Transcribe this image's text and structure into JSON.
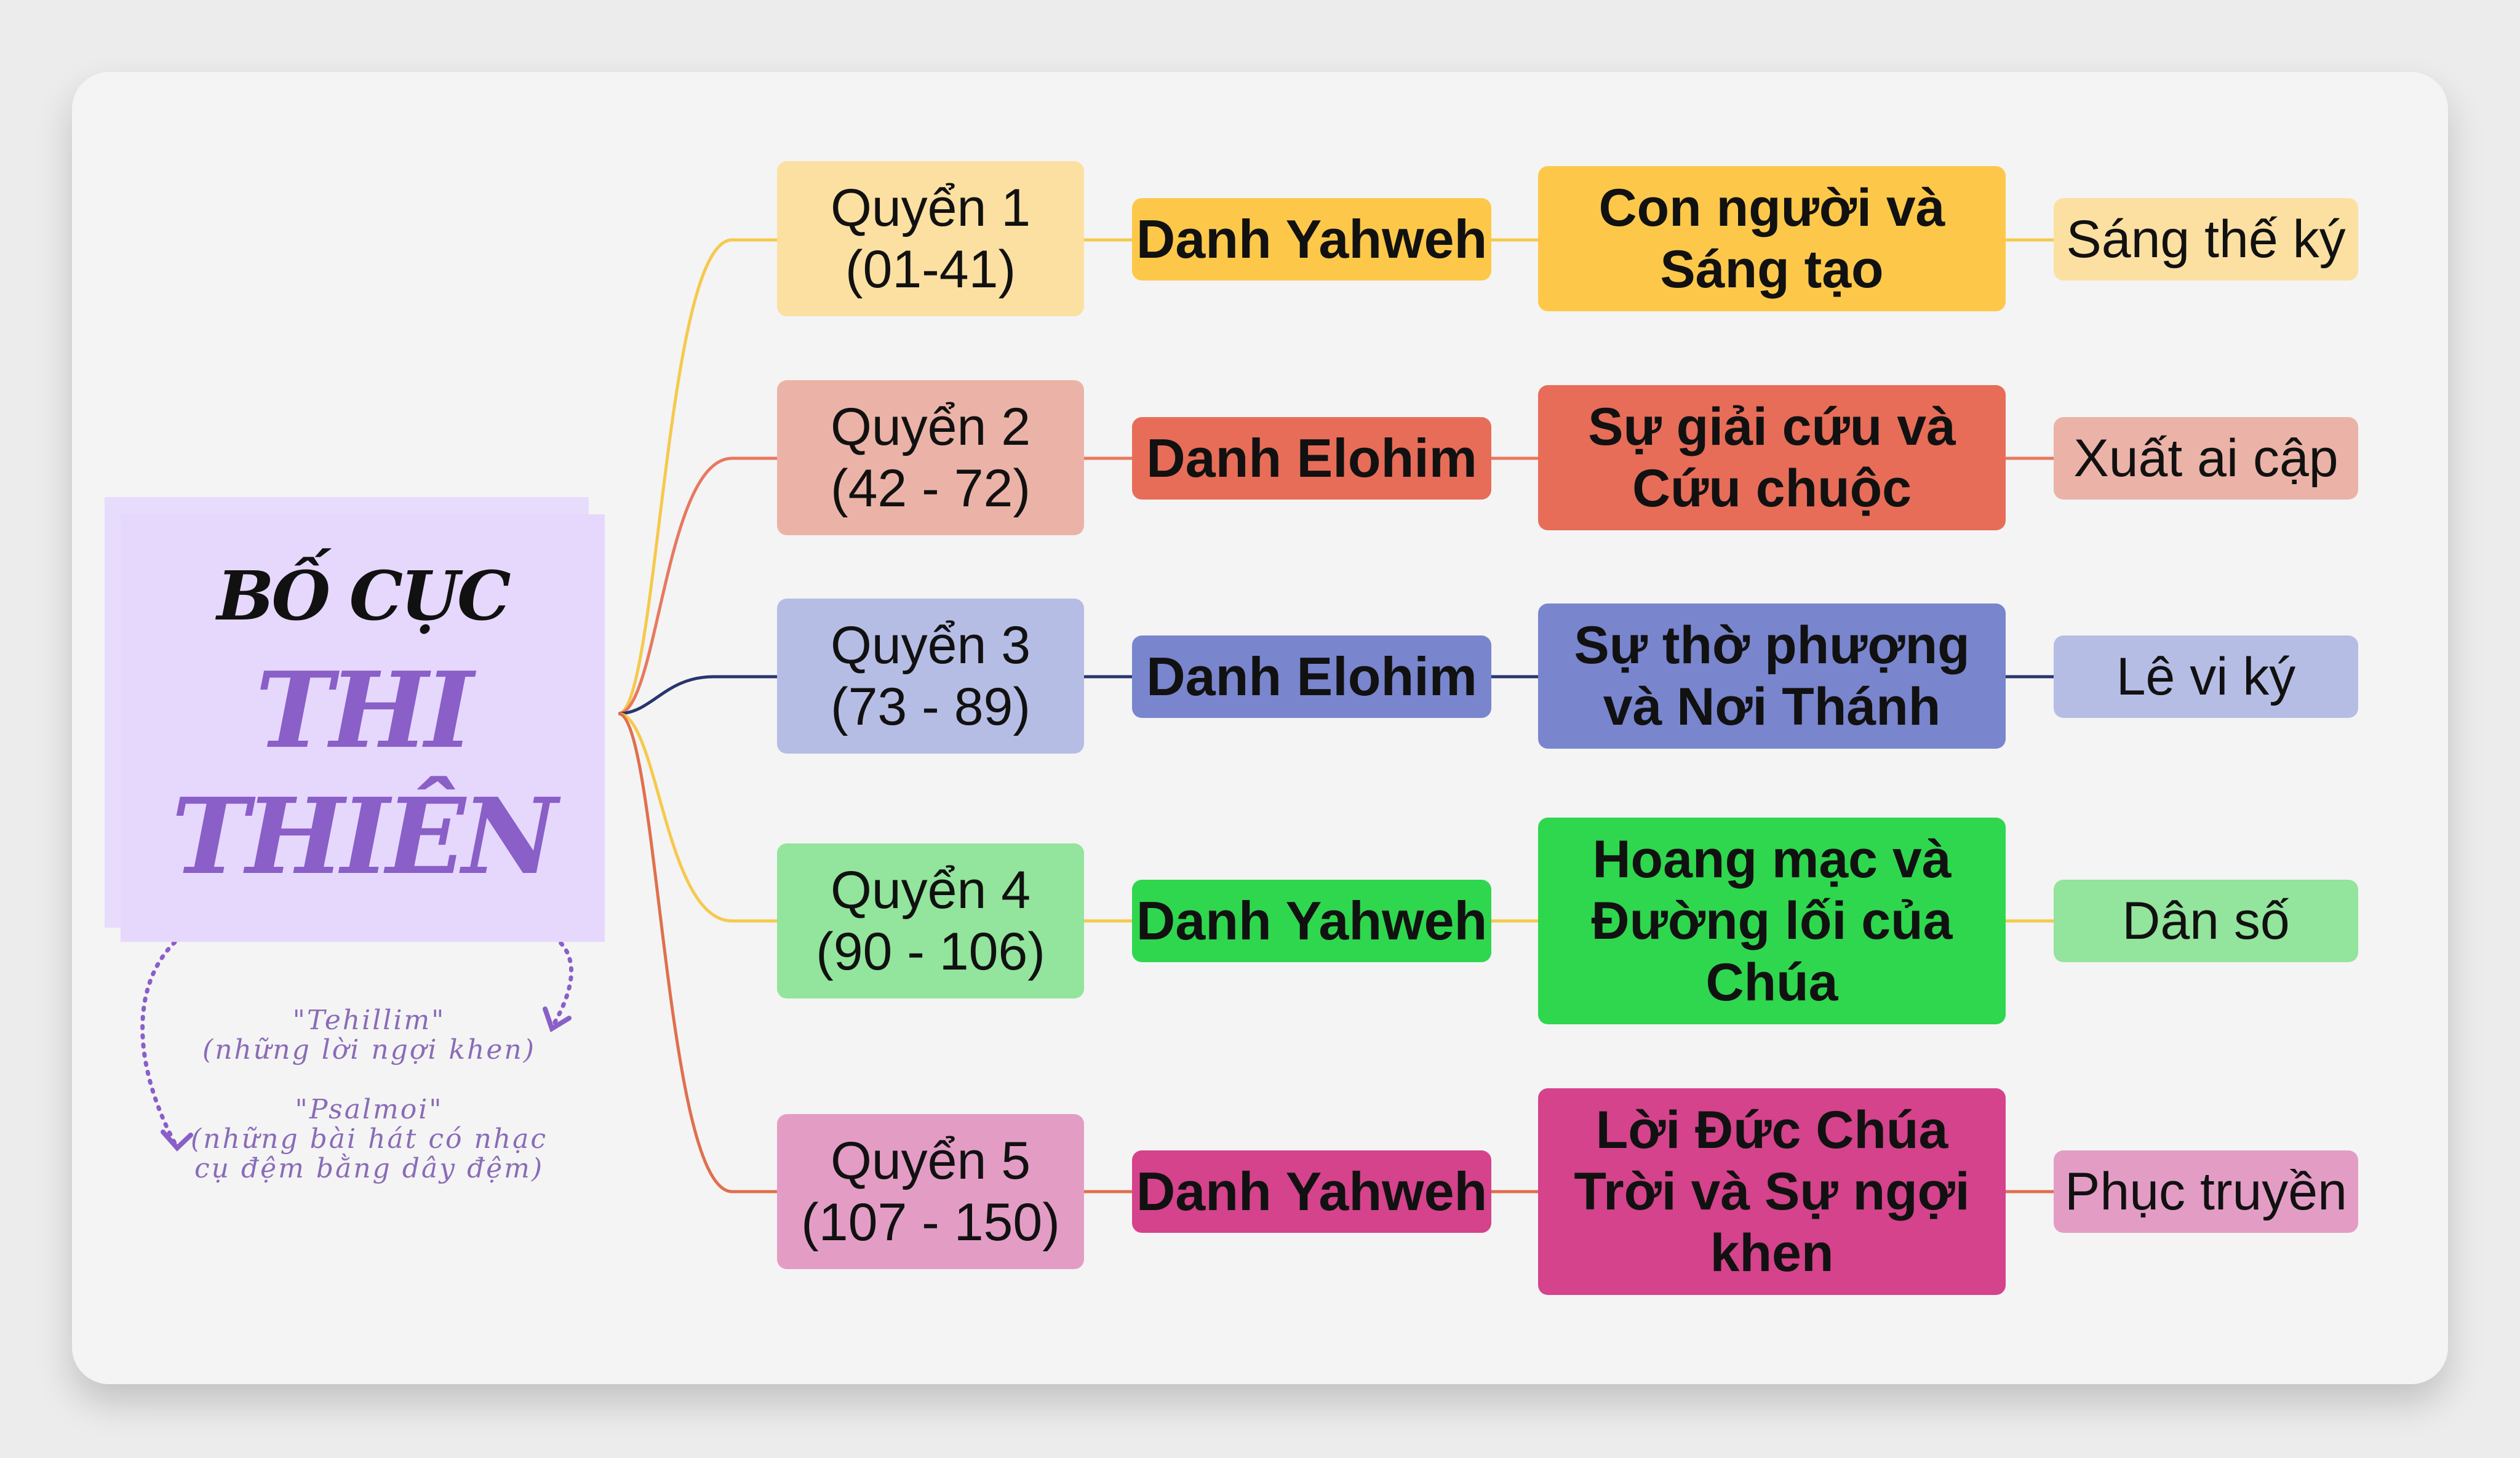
{
  "title": {
    "top": "BỐ CỤC",
    "main": "THI\nTHIÊN"
  },
  "notes": {
    "note1": "\"Tehillim\"\n(những lời ngợi khen)",
    "note2": "\"Psalmoi\"\n(những bài hát có nhạc\ncụ đệm bằng dây đệm)"
  },
  "rows": [
    {
      "volume": "Quyển 1\n(01-41)",
      "name": "Danh Yahweh",
      "theme": "Con người và\nSáng tạo",
      "book": "Sáng thế ký",
      "colors": {
        "line": "#f6c94d",
        "volume": "#fbe0a2",
        "name": "#fdc84a",
        "theme": "#fdc84a",
        "book": "#fbe0a2"
      }
    },
    {
      "volume": "Quyển 2\n(42 - 72)",
      "name": "Danh Elohim",
      "theme": "Sự giải cứu và\nCứu chuộc",
      "book": "Xuất ai cập",
      "colors": {
        "line": "#e7795f",
        "volume": "#ebb3a7",
        "name": "#e76d58",
        "theme": "#e76d58",
        "book": "#ebb3a7"
      }
    },
    {
      "volume": "Quyển 3\n(73 - 89)",
      "name": "Danh Elohim",
      "theme": "Sự thờ phượng\nvà Nơi Thánh",
      "book": "Lê vi ký",
      "colors": {
        "line": "#27356f",
        "volume": "#b6bde5",
        "name": "#7985cd",
        "theme": "#7985cd",
        "book": "#b6bde5"
      }
    },
    {
      "volume": "Quyển 4\n(90 - 106)",
      "name": "Danh Yahweh",
      "theme": "Hoang mạc và\nĐường lối của\nChúa",
      "book": "Dân số",
      "colors": {
        "line": "#f6c94d",
        "volume": "#93e49c",
        "name": "#2fd74e",
        "theme": "#2fd74e",
        "book": "#93e49c"
      }
    },
    {
      "volume": "Quyển 5\n(107 - 150)",
      "name": "Danh Yahweh",
      "theme": "Lời Đức Chúa\nTrời và Sự ngợi\nkhen",
      "book": "Phục truyền",
      "colors": {
        "line": "#e06f4e",
        "volume": "#e39dc5",
        "name": "#d4438b",
        "theme": "#d4438b",
        "book": "#e39dc5"
      }
    }
  ]
}
